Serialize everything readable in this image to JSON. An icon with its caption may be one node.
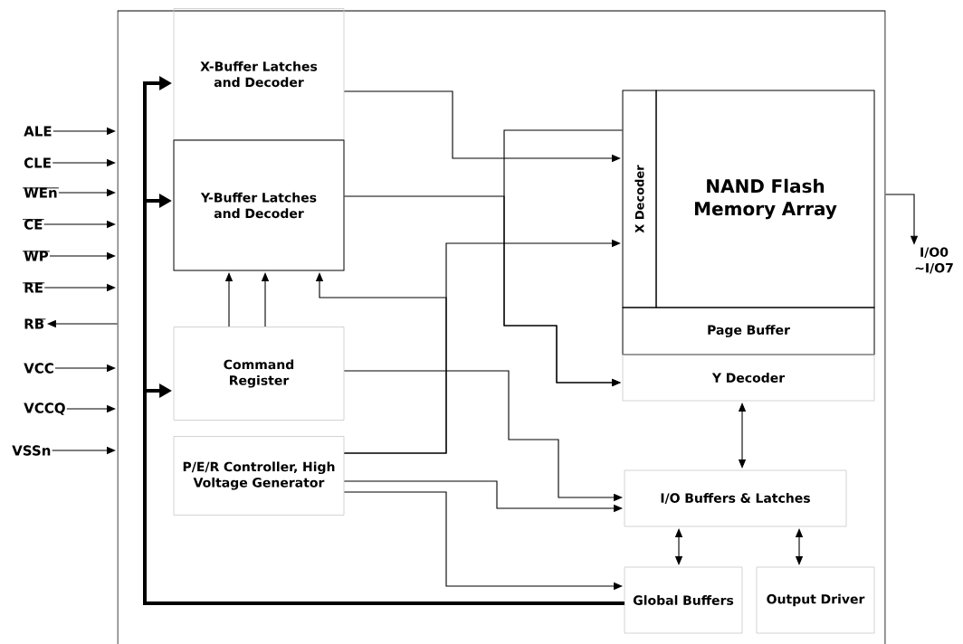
{
  "diagram": {
    "nodes": [
      {
        "text": [
          "ALE"
        ]
      },
      {
        "text": [
          "CLE"
        ]
      },
      {
        "text": [
          "WEn"
        ]
      },
      {
        "text": [
          "CE"
        ]
      },
      {
        "text": [
          "WP"
        ]
      },
      {
        "text": [
          "RE"
        ]
      },
      {
        "text": [
          "RB"
        ]
      },
      {
        "text": [
          "VCC"
        ]
      },
      {
        "text": [
          "VCCQ"
        ]
      },
      {
        "text": [
          "VSSn"
        ]
      },
      {
        "text": [],
        "shape": "box"
      },
      {
        "text": [
          "X-Buffer Latches and Decoder"
        ],
        "in": 10
      },
      {
        "text": [
          "Y-Buffer Latches and Decoder"
        ],
        "in": 10
      },
      {
        "text": [
          "Command Register"
        ],
        "in": 10
      },
      {
        "text": [
          "P/E/R Controller, High Voltage Generator"
        ],
        "in": 10
      },
      {
        "text": [
          "X Decoder"
        ],
        "in": 10
      },
      {
        "text": [
          "NAND Flash Memory Array"
        ],
        "in": 10
      },
      {
        "text": [
          "Page Buffer"
        ],
        "in": 10
      },
      {
        "text": [
          "Y Decoder"
        ],
        "in": 10
      },
      {
        "text": [
          "I/O Buffers & Latches"
        ],
        "in": 10
      },
      {
        "text": [
          "Global Buffers"
        ],
        "in": 10
      },
      {
        "text": [
          "Output Driver"
        ],
        "in": 10
      },
      {
        "text": [
          "I/O0 ~I/O7"
        ]
      }
    ],
    "edges": [
      {
        "from": 0,
        "to": 10,
        "arrow": "to"
      },
      {
        "from": 1,
        "to": 10,
        "arrow": "to"
      },
      {
        "from": 2,
        "to": 10,
        "arrow": "to"
      },
      {
        "from": 3,
        "to": 10,
        "arrow": "to"
      },
      {
        "from": 4,
        "to": 10,
        "arrow": "to"
      },
      {
        "from": 5,
        "to": 10,
        "arrow": "to"
      },
      {
        "from": 10,
        "to": 6,
        "arrow": "to"
      },
      {
        "from": 7,
        "to": 10,
        "arrow": "to"
      },
      {
        "from": 8,
        "to": 10,
        "arrow": "to"
      },
      {
        "from": 9,
        "to": 10,
        "arrow": "to"
      },
      {
        "from": 20,
        "to": 11,
        "arrow": "to",
        "style": "thick"
      },
      {
        "from": 20,
        "to": 12,
        "arrow": "to",
        "style": "thick"
      },
      {
        "from": 20,
        "to": 13,
        "arrow": "to",
        "style": "thick"
      },
      {
        "from": 11,
        "to": 15,
        "arrow": "to"
      },
      {
        "from": 12,
        "to": 18,
        "arrow": "to"
      },
      {
        "from": 15,
        "to": 18,
        "arrow": "to"
      },
      {
        "from": 14,
        "to": 15,
        "arrow": "to"
      },
      {
        "from": 14,
        "to": 12,
        "arrow": "to"
      },
      {
        "from": 13,
        "to": 12,
        "arrow": "to"
      },
      {
        "from": 13,
        "to": 12,
        "arrow": "to"
      },
      {
        "from": 13,
        "to": 19,
        "arrow": "to"
      },
      {
        "from": 14,
        "to": 19,
        "arrow": "to"
      },
      {
        "from": 14,
        "to": 20,
        "arrow": "to"
      },
      {
        "from": 18,
        "to": 19,
        "arrow": "both"
      },
      {
        "from": 19,
        "to": 20,
        "arrow": "both"
      },
      {
        "from": 19,
        "to": 21,
        "arrow": "both"
      },
      {
        "from": 10,
        "to": 22,
        "arrow": "to"
      }
    ]
  }
}
